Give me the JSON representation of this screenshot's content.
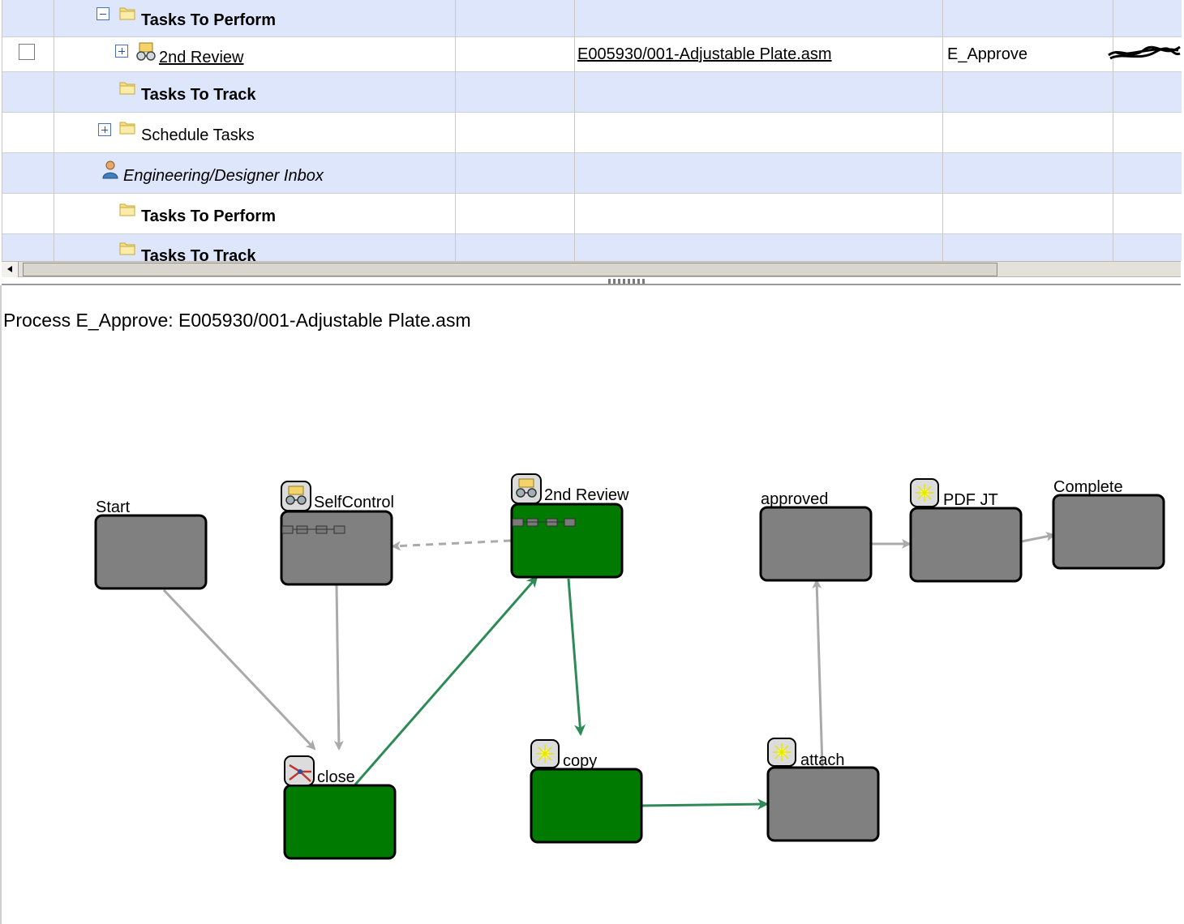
{
  "grid": {
    "rows": [
      {
        "label": "Tasks To Perform",
        "style": "bold",
        "expander": "minus",
        "icon": "folder"
      },
      {
        "label": "2nd Review",
        "style": "link",
        "expander": "plus",
        "icon": "review-task",
        "checkbox": true,
        "target": "E005930/001-Adjustable Plate.asm",
        "process": "E_Approve",
        "responsible": ""
      },
      {
        "label": "Tasks To Track",
        "style": "bold",
        "icon": "folder"
      },
      {
        "label": "Schedule Tasks",
        "style": "normal",
        "expander": "plus",
        "icon": "folder"
      },
      {
        "label": "Engineering/Designer Inbox",
        "style": "italic",
        "icon": "person"
      },
      {
        "label": "Tasks To Perform",
        "style": "bold",
        "icon": "folder"
      },
      {
        "label": "Tasks To Track",
        "style": "bold",
        "icon": "folder"
      }
    ]
  },
  "process_title": "Process E_Approve: E005930/001-Adjustable Plate.asm",
  "colors": {
    "completed": "#007a00",
    "pending": "#808080",
    "flow_done": "#2e8b57",
    "flow_pending": "#aaaaaa"
  },
  "nodes": {
    "start": {
      "label": "Start",
      "status": "pending"
    },
    "selfcontrol": {
      "label": "SelfControl",
      "status": "pending",
      "icon": "review-icon"
    },
    "review2": {
      "label": "2nd Review",
      "status": "completed",
      "icon": "review-icon"
    },
    "close": {
      "label": "close",
      "status": "completed",
      "icon": "or-icon"
    },
    "copy": {
      "label": "copy",
      "status": "completed",
      "icon": "handler-icon"
    },
    "attach": {
      "label": "attach",
      "status": "pending",
      "icon": "handler-icon"
    },
    "approved": {
      "label": "approved",
      "status": "pending"
    },
    "pdfjt": {
      "label": "PDF JT",
      "status": "pending",
      "icon": "handler-icon"
    },
    "complete": {
      "label": "Complete",
      "status": "pending"
    }
  }
}
